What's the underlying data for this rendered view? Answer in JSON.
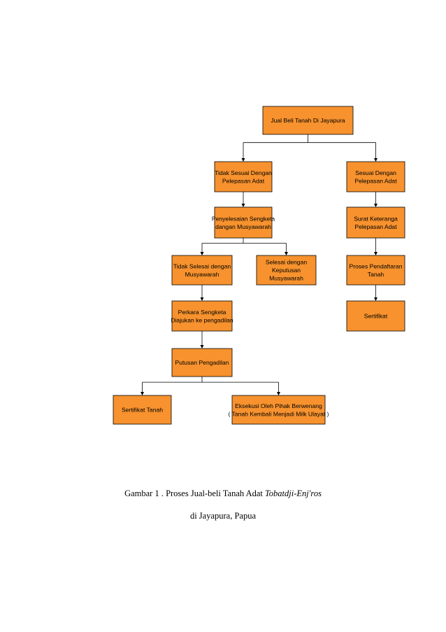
{
  "diagram": {
    "box_color": "#F7922E",
    "nodes": [
      {
        "id": "jual-beli",
        "lines": [
          "Jual Beli Tanah Di Jayapura"
        ]
      },
      {
        "id": "tidak-sesuai",
        "lines": [
          "Tidak Sesuai Dengan",
          "Pelepasan Adat"
        ]
      },
      {
        "id": "sesuai",
        "lines": [
          "Sesuai Dengan",
          "Pelepasan Adat"
        ]
      },
      {
        "id": "penyelesaian",
        "lines": [
          "Penyelesaian Sengketa",
          "dangan Musyawarah"
        ]
      },
      {
        "id": "surat",
        "lines": [
          "Surat Keteranga",
          "Pelepasan Adat"
        ]
      },
      {
        "id": "tidak-selesai",
        "lines": [
          "Tidak Selesai dengan",
          "Musyawarah"
        ]
      },
      {
        "id": "selesai",
        "lines": [
          "Selesai dengan",
          "Keputusan",
          "Musyawarah"
        ]
      },
      {
        "id": "pendaftaran",
        "lines": [
          "Proses Pendaftaran",
          "Tanah"
        ]
      },
      {
        "id": "perkara",
        "lines": [
          "Perkara Sengketa",
          "Diajukan ke pengadilan"
        ]
      },
      {
        "id": "sertifikat",
        "lines": [
          "Sertifikat"
        ]
      },
      {
        "id": "putusan",
        "lines": [
          "Putusan Pengadilan"
        ]
      },
      {
        "id": "sertifikat-tanah",
        "lines": [
          "Sertifikat Tanah"
        ]
      },
      {
        "id": "eksekusi",
        "lines": [
          "Eksekusi Oleh Pihak Berwenang",
          "( Tanah Kembali Menjadi Milk Ulayat )"
        ]
      }
    ],
    "edges": [
      [
        "jual-beli",
        "tidak-sesuai"
      ],
      [
        "jual-beli",
        "sesuai"
      ],
      [
        "tidak-sesuai",
        "penyelesaian"
      ],
      [
        "sesuai",
        "surat"
      ],
      [
        "penyelesaian",
        "tidak-selesai"
      ],
      [
        "penyelesaian",
        "selesai"
      ],
      [
        "surat",
        "pendaftaran"
      ],
      [
        "pendaftaran",
        "sertifikat"
      ],
      [
        "tidak-selesai",
        "perkara"
      ],
      [
        "perkara",
        "putusan"
      ],
      [
        "putusan",
        "sertifikat-tanah"
      ],
      [
        "putusan",
        "eksekusi"
      ]
    ]
  },
  "caption": {
    "line1_prefix": "Gambar 1 . Proses Jual-beli Tanah Adat",
    "line1_italic": "Tobatdji-Enj'ros",
    "line2": "di Jayapura, Papua"
  }
}
